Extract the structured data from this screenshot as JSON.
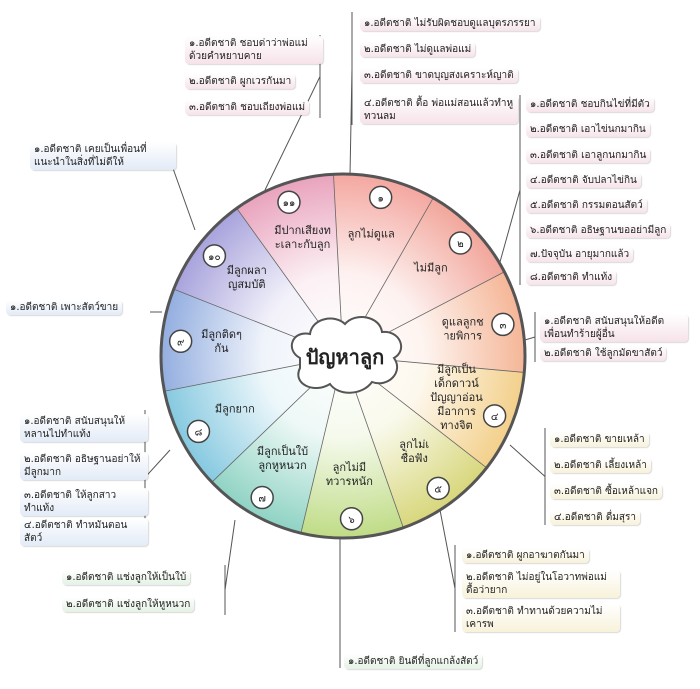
{
  "center": {
    "title": "ปัญหาลูก"
  },
  "segments": [
    {
      "num": "๑",
      "text": "ลูกไม่ดูแล",
      "color": "#f4a7a0"
    },
    {
      "num": "๒",
      "text": "ไม่มีลูก",
      "color": "#f2a69b"
    },
    {
      "num": "๓",
      "text": "ดูแลลูกชายพิการ",
      "color": "#f5b697"
    },
    {
      "num": "๔",
      "text": "มีลูกเป็นเด็กดาวน์ ปัญญาอ่อน มีอาการทางจิต",
      "color": "#f3d08b"
    },
    {
      "num": "๕",
      "text": "ลูกไม่เชื่อฟัง",
      "color": "#d8d77c"
    },
    {
      "num": "๖",
      "text": "ลูกไม่มีทวารหนัก",
      "color": "#bfdc86"
    },
    {
      "num": "๗",
      "text": "มีลูกเป็นใบ้ ลูกหูหนวก",
      "color": "#8fd3c4"
    },
    {
      "num": "๘",
      "text": "มีลูกยาก",
      "color": "#86c9e0"
    },
    {
      "num": "๙",
      "text": "มีลูกติดๆ กัน",
      "color": "#93aee0"
    },
    {
      "num": "๑๐",
      "text": "มีลูกผลาญสมบัติ",
      "color": "#a8a3dc"
    },
    {
      "num": "๑๑",
      "text": "มีปากเสียงทะเลาะกับลูก",
      "color": "#e9a3bd"
    }
  ],
  "groups": {
    "g1": [
      "๑.อดีตชาติ ไม่รับผิดชอบดูแลบุตรภรรยา",
      "๒.อดีตชาติ ไม่ดูแลพ่อแม่",
      "๓.อดีตชาติ ขาดบุญสงเคราะห์ญาติ",
      "๔.อดีตชาติ ดื้อ พ่อแม่สอนแล้วทำหูทวนลม"
    ],
    "g2": [
      "๑.อดีตชาติ ชอบกินไข่ที่มีตัว",
      "๒.อดีตชาติ เอาไข่นกมากิน",
      "๓.อดีตชาติ เอาลูกนกมากิน",
      "๔.อดีตชาติ จับปลาไข่กิน",
      "๕.อดีตชาติ กรรมตอนสัตว์",
      "๖.อดีตชาติ อธิษฐานขออย่ามีลูก",
      "๗.ปัจจุบัน อายุมากแล้ว",
      "๘.อดีตชาติ ทำแท้ง"
    ],
    "g3": [
      "๑.อดีตชาติ สนับสนุนให้อดีตเพื่อนทำร้ายผู้อื่น",
      "๒.อดีตชาติ ใช้ลูกมัดขาสัตว์"
    ],
    "g4": [
      "๑.อดีตชาติ ขายเหล้า",
      "๒.อดีตชาติ เลี้ยงเหล้า",
      "๓.อดีตชาติ ซื้อเหล้าแจก",
      "๔.อดีตชาติ ดื่มสุรา"
    ],
    "g5": [
      "๑.อดีตชาติ ผูกอาฆาตกันมา",
      "๒.อดีตชาติ ไม่อยู่ในโอวาทพ่อแม่ ดื้อว่ายาก",
      "๓.อดีตชาติ ทำทานด้วยความไม่เคารพ"
    ],
    "g6": [
      "๑.อดีตชาติ ยินดีที่ลูกแกล้งสัตว์"
    ],
    "g7": [
      "๑.อดีตชาติ แช่งลูกให้เป็นใบ้",
      "๒.อดีตชาติ แช่งลูกให้หูหนวก"
    ],
    "g8": [
      "๑.อดีตชาติ สนับสนุนให้หลานไปทำแท้ง",
      "๒.อดีตชาติ อธิษฐานอย่าให้มีลูกมาก",
      "๓.อดีตชาติ ให้ลูกสาวทำแท้ง",
      "๔.อดีตชาติ ทำหมันตอนสัตว์"
    ],
    "g9": [
      "๑.อดีตชาติ เพาะสัตว์ขาย"
    ],
    "g10": [
      "๑.อดีตชาติ เคยเป็นเพื่อนที่แนะนำในสิ่งที่ไม่ดีให้"
    ],
    "g11": [
      "๑.อดีตชาติ ชอบด่าว่าพ่อแม่ด้วยคำหยาบคาย",
      "๒.อดีตชาติ ผูกเวรกันมา",
      "๓.อดีตชาติ ชอบเถียงพ่อแม่"
    ]
  }
}
